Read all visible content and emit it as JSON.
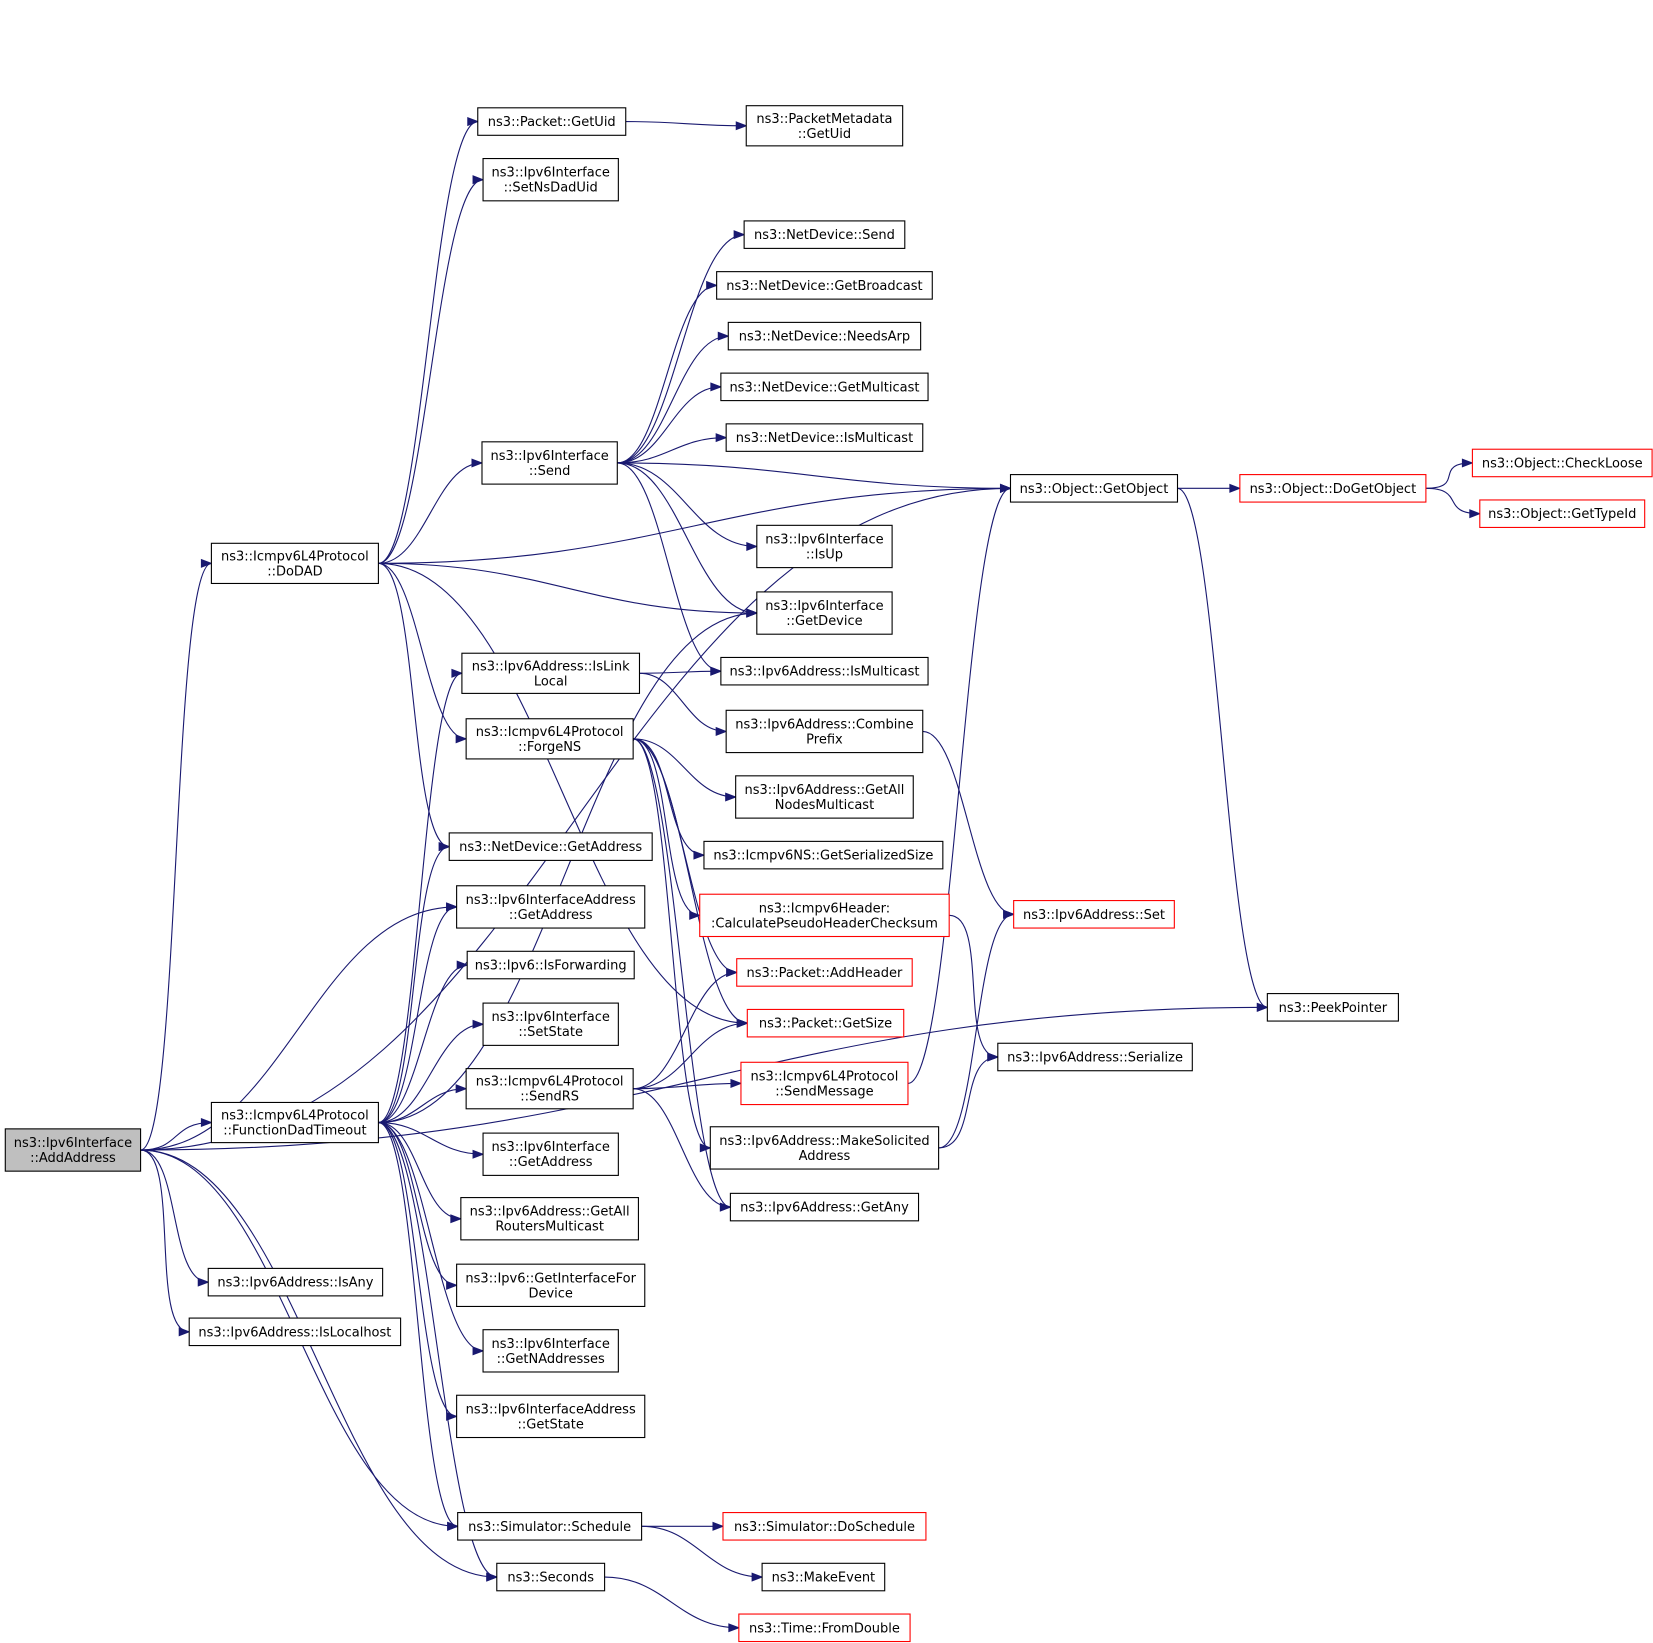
{
  "colors": {
    "edge": "#191970",
    "border": "#000000",
    "truncated_border": "#ff0000",
    "root_fill": "#bfbfbf",
    "background": "#ffffff"
  },
  "nodes": [
    {
      "id": "addaddress",
      "lines": [
        "ns3::Ipv6Interface",
        "::AddAddress"
      ],
      "style": "root"
    },
    {
      "id": "dodad",
      "lines": [
        "ns3::Icmpv6L4Protocol",
        "::DoDAD"
      ],
      "style": "normal"
    },
    {
      "id": "funcdad",
      "lines": [
        "ns3::Icmpv6L4Protocol",
        "::FunctionDadTimeout"
      ],
      "style": "normal"
    },
    {
      "id": "isany",
      "lines": [
        "ns3::Ipv6Address::IsAny"
      ],
      "style": "normal"
    },
    {
      "id": "islocalhost",
      "lines": [
        "ns3::Ipv6Address::IsLocalhost"
      ],
      "style": "normal"
    },
    {
      "id": "getuid",
      "lines": [
        "ns3::Packet::GetUid"
      ],
      "style": "normal"
    },
    {
      "id": "setnsdaduid",
      "lines": [
        "ns3::Ipv6Interface",
        "::SetNsDadUid"
      ],
      "style": "normal"
    },
    {
      "id": "ifsend",
      "lines": [
        "ns3::Ipv6Interface",
        "::Send"
      ],
      "style": "normal"
    },
    {
      "id": "islinklocal",
      "lines": [
        "ns3::Ipv6Address::IsLink",
        "Local"
      ],
      "style": "normal"
    },
    {
      "id": "forgens",
      "lines": [
        "ns3::Icmpv6L4Protocol",
        "::ForgeNS"
      ],
      "style": "normal"
    },
    {
      "id": "ndgetaddress",
      "lines": [
        "ns3::NetDevice::GetAddress"
      ],
      "style": "normal"
    },
    {
      "id": "ifaddrgetaddress",
      "lines": [
        "ns3::Ipv6InterfaceAddress",
        "::GetAddress"
      ],
      "style": "normal"
    },
    {
      "id": "isforwarding",
      "lines": [
        "ns3::Ipv6::IsForwarding"
      ],
      "style": "normal"
    },
    {
      "id": "setstate",
      "lines": [
        "ns3::Ipv6Interface",
        "::SetState"
      ],
      "style": "normal"
    },
    {
      "id": "sendrs",
      "lines": [
        "ns3::Icmpv6L4Protocol",
        "::SendRS"
      ],
      "style": "normal"
    },
    {
      "id": "ifgetaddress",
      "lines": [
        "ns3::Ipv6Interface",
        "::GetAddress"
      ],
      "style": "normal"
    },
    {
      "id": "getallrouters",
      "lines": [
        "ns3::Ipv6Address::GetAll",
        "RoutersMulticast"
      ],
      "style": "normal"
    },
    {
      "id": "getiffordevice",
      "lines": [
        "ns3::Ipv6::GetInterfaceFor",
        "Device"
      ],
      "style": "normal"
    },
    {
      "id": "getnaddresses",
      "lines": [
        "ns3::Ipv6Interface",
        "::GetNAddresses"
      ],
      "style": "normal"
    },
    {
      "id": "getstate",
      "lines": [
        "ns3::Ipv6InterfaceAddress",
        "::GetState"
      ],
      "style": "normal"
    },
    {
      "id": "schedule",
      "lines": [
        "ns3::Simulator::Schedule"
      ],
      "style": "normal"
    },
    {
      "id": "seconds",
      "lines": [
        "ns3::Seconds"
      ],
      "style": "normal"
    },
    {
      "id": "pmgetuid",
      "lines": [
        "ns3::PacketMetadata",
        "::GetUid"
      ],
      "style": "normal"
    },
    {
      "id": "ndsend",
      "lines": [
        "ns3::NetDevice::Send"
      ],
      "style": "normal"
    },
    {
      "id": "getbroadcast",
      "lines": [
        "ns3::NetDevice::GetBroadcast"
      ],
      "style": "normal"
    },
    {
      "id": "needsarp",
      "lines": [
        "ns3::NetDevice::NeedsArp"
      ],
      "style": "normal"
    },
    {
      "id": "getmulticast",
      "lines": [
        "ns3::NetDevice::GetMulticast"
      ],
      "style": "normal"
    },
    {
      "id": "ndismulticast",
      "lines": [
        "ns3::NetDevice::IsMulticast"
      ],
      "style": "normal"
    },
    {
      "id": "isup",
      "lines": [
        "ns3::Ipv6Interface",
        "::IsUp"
      ],
      "style": "normal"
    },
    {
      "id": "getdevice",
      "lines": [
        "ns3::Ipv6Interface",
        "::GetDevice"
      ],
      "style": "normal"
    },
    {
      "id": "addrismulticast",
      "lines": [
        "ns3::Ipv6Address::IsMulticast"
      ],
      "style": "normal"
    },
    {
      "id": "combineprefix",
      "lines": [
        "ns3::Ipv6Address::Combine",
        "Prefix"
      ],
      "style": "normal"
    },
    {
      "id": "getallnodes",
      "lines": [
        "ns3::Ipv6Address::GetAll",
        "NodesMulticast"
      ],
      "style": "normal"
    },
    {
      "id": "nsserialsize",
      "lines": [
        "ns3::Icmpv6NS::GetSerializedSize"
      ],
      "style": "normal"
    },
    {
      "id": "pseudochecksum",
      "lines": [
        "ns3::Icmpv6Header:",
        ":CalculatePseudoHeaderChecksum"
      ],
      "style": "red"
    },
    {
      "id": "addheader",
      "lines": [
        "ns3::Packet::AddHeader"
      ],
      "style": "red"
    },
    {
      "id": "pktgetsize",
      "lines": [
        "ns3::Packet::GetSize"
      ],
      "style": "red"
    },
    {
      "id": "sendmessage",
      "lines": [
        "ns3::Icmpv6L4Protocol",
        "::SendMessage"
      ],
      "style": "red"
    },
    {
      "id": "makesolicited",
      "lines": [
        "ns3::Ipv6Address::MakeSolicited",
        "Address"
      ],
      "style": "normal"
    },
    {
      "id": "getany",
      "lines": [
        "ns3::Ipv6Address::GetAny"
      ],
      "style": "normal"
    },
    {
      "id": "doschedule",
      "lines": [
        "ns3::Simulator::DoSchedule"
      ],
      "style": "red"
    },
    {
      "id": "makeevent",
      "lines": [
        "ns3::MakeEvent"
      ],
      "style": "normal"
    },
    {
      "id": "fromdouble",
      "lines": [
        "ns3::Time::FromDouble"
      ],
      "style": "red"
    },
    {
      "id": "getobject",
      "lines": [
        "ns3::Object::GetObject"
      ],
      "style": "normal"
    },
    {
      "id": "addrset",
      "lines": [
        "ns3::Ipv6Address::Set"
      ],
      "style": "red"
    },
    {
      "id": "serialize",
      "lines": [
        "ns3::Ipv6Address::Serialize"
      ],
      "style": "normal"
    },
    {
      "id": "dogetobject",
      "lines": [
        "ns3::Object::DoGetObject"
      ],
      "style": "red"
    },
    {
      "id": "peekpointer",
      "lines": [
        "ns3::PeekPointer"
      ],
      "style": "normal"
    },
    {
      "id": "checkloose",
      "lines": [
        "ns3::Object::CheckLoose"
      ],
      "style": "red"
    },
    {
      "id": "gettypeid",
      "lines": [
        "ns3::Object::GetTypeId"
      ],
      "style": "red"
    }
  ],
  "edges": [
    [
      "addaddress",
      "dodad"
    ],
    [
      "addaddress",
      "funcdad"
    ],
    [
      "addaddress",
      "isany"
    ],
    [
      "addaddress",
      "islocalhost"
    ],
    [
      "addaddress",
      "getobject"
    ],
    [
      "addaddress",
      "ifaddrgetaddress"
    ],
    [
      "addaddress",
      "schedule"
    ],
    [
      "addaddress",
      "seconds"
    ],
    [
      "addaddress",
      "peekpointer"
    ],
    [
      "dodad",
      "getuid"
    ],
    [
      "dodad",
      "setnsdaduid"
    ],
    [
      "dodad",
      "ifsend"
    ],
    [
      "dodad",
      "getobject"
    ],
    [
      "dodad",
      "getdevice"
    ],
    [
      "dodad",
      "forgens"
    ],
    [
      "dodad",
      "ndgetaddress"
    ],
    [
      "dodad",
      "pktgetsize"
    ],
    [
      "getuid",
      "pmgetuid"
    ],
    [
      "ifsend",
      "ndsend"
    ],
    [
      "ifsend",
      "getbroadcast"
    ],
    [
      "ifsend",
      "needsarp"
    ],
    [
      "ifsend",
      "getmulticast"
    ],
    [
      "ifsend",
      "ndismulticast"
    ],
    [
      "ifsend",
      "getobject"
    ],
    [
      "ifsend",
      "isup"
    ],
    [
      "ifsend",
      "getdevice"
    ],
    [
      "ifsend",
      "addrismulticast"
    ],
    [
      "islinklocal",
      "addrismulticast"
    ],
    [
      "islinklocal",
      "combineprefix"
    ],
    [
      "forgens",
      "getallnodes"
    ],
    [
      "forgens",
      "nsserialsize"
    ],
    [
      "forgens",
      "pseudochecksum"
    ],
    [
      "forgens",
      "addheader"
    ],
    [
      "forgens",
      "pktgetsize"
    ],
    [
      "forgens",
      "makesolicited"
    ],
    [
      "forgens",
      "getany"
    ],
    [
      "funcdad",
      "getdevice"
    ],
    [
      "funcdad",
      "islinklocal"
    ],
    [
      "funcdad",
      "ndgetaddress"
    ],
    [
      "funcdad",
      "ifaddrgetaddress"
    ],
    [
      "funcdad",
      "isforwarding"
    ],
    [
      "funcdad",
      "setstate"
    ],
    [
      "funcdad",
      "sendrs"
    ],
    [
      "funcdad",
      "ifgetaddress"
    ],
    [
      "funcdad",
      "getallrouters"
    ],
    [
      "funcdad",
      "getiffordevice"
    ],
    [
      "funcdad",
      "getnaddresses"
    ],
    [
      "funcdad",
      "getstate"
    ],
    [
      "funcdad",
      "schedule"
    ],
    [
      "funcdad",
      "seconds"
    ],
    [
      "sendrs",
      "addheader"
    ],
    [
      "sendrs",
      "pktgetsize"
    ],
    [
      "sendrs",
      "sendmessage"
    ],
    [
      "sendrs",
      "getany"
    ],
    [
      "sendmessage",
      "getobject"
    ],
    [
      "makesolicited",
      "addrset"
    ],
    [
      "makesolicited",
      "serialize"
    ],
    [
      "combineprefix",
      "addrset"
    ],
    [
      "pseudochecksum",
      "serialize"
    ],
    [
      "getobject",
      "dogetobject"
    ],
    [
      "getobject",
      "peekpointer"
    ],
    [
      "dogetobject",
      "checkloose"
    ],
    [
      "dogetobject",
      "gettypeid"
    ],
    [
      "schedule",
      "doschedule"
    ],
    [
      "schedule",
      "makeevent"
    ],
    [
      "seconds",
      "fromdouble"
    ]
  ]
}
